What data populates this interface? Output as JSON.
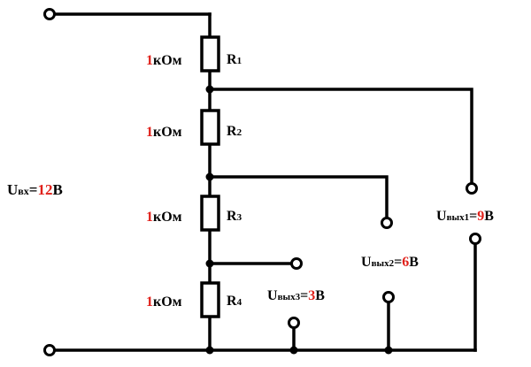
{
  "colors": {
    "ink": "#000000",
    "accent": "#e0201a"
  },
  "input": {
    "sym": "U",
    "sub": "вх",
    "eq": "=",
    "val": "12",
    "unit": "В"
  },
  "resistors": [
    {
      "value": "1",
      "unit": "кОм",
      "sym": "R",
      "idx": "1"
    },
    {
      "value": "1",
      "unit": "кОм",
      "sym": "R",
      "idx": "2"
    },
    {
      "value": "1",
      "unit": "кОм",
      "sym": "R",
      "idx": "3"
    },
    {
      "value": "1",
      "unit": "кОм",
      "sym": "R",
      "idx": "4"
    }
  ],
  "outputs": [
    {
      "sym": "U",
      "sub": "вых1",
      "eq": "=",
      "val": "9",
      "unit": "В"
    },
    {
      "sym": "U",
      "sub": "вых2",
      "eq": "=",
      "val": "6",
      "unit": "В"
    },
    {
      "sym": "U",
      "sub": "вых3",
      "eq": "=",
      "val": "3",
      "unit": "В"
    }
  ]
}
